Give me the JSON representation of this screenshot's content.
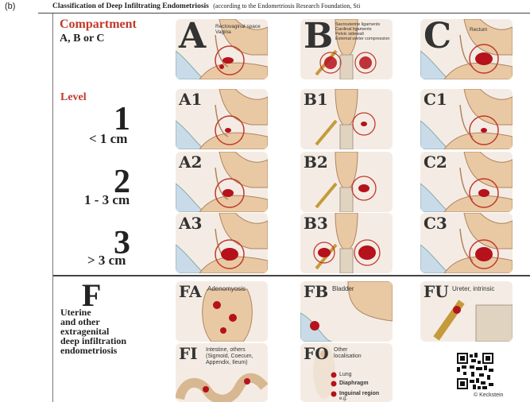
{
  "figure_label": "(b)",
  "header": "Classification of Deep Infiltrating Endometriosis",
  "header_source": "(according to the Endometriosis Research Foundation, Sti",
  "compartment": {
    "title": "Compartment",
    "subtitle": "A, B or C",
    "panels": [
      {
        "letter": "A",
        "text": [
          "Rectovaginal space",
          "Vagina"
        ]
      },
      {
        "letter": "B",
        "text": [
          "Sacrouterine ligaments",
          "Cardinal ligaments",
          "Pelvic sidewall",
          "Extemal ureter compression"
        ]
      },
      {
        "letter": "C",
        "text": [
          "Rectum"
        ]
      }
    ]
  },
  "level": {
    "title": "Level",
    "rows": [
      {
        "number": "1",
        "range": "< 1 cm",
        "panels": [
          "A1",
          "B1",
          "C1"
        ]
      },
      {
        "number": "2",
        "range": "1 - 3 cm",
        "panels": [
          "A2",
          "B2",
          "C2"
        ]
      },
      {
        "number": "3",
        "range": "> 3 cm",
        "panels": [
          "A3",
          "B3",
          "C3"
        ]
      }
    ]
  },
  "extragenital": {
    "letter": "F",
    "description": [
      "Uterine",
      "and other",
      "extragenital",
      "deep infiltration",
      "endometriosis"
    ],
    "panels": [
      {
        "code": "FA",
        "text": [
          "Adenomyosis"
        ]
      },
      {
        "code": "FB",
        "text": [
          "Bladder"
        ]
      },
      {
        "code": "FU",
        "text": [
          "Ureter, intrinsic"
        ]
      },
      {
        "code": "FI",
        "text": [
          "Intestine, others",
          "(Sigmoid, Coecum,",
          "Appendix, Ileum)"
        ]
      },
      {
        "code": "FO",
        "text": [
          "Other",
          "localisation"
        ]
      }
    ],
    "fo_items": [
      "Lung",
      "Diaphragm",
      "Inguinal region",
      "e.g."
    ]
  },
  "copyright": "© Keckstein",
  "colors": {
    "accent_red": "#c0392b",
    "lesion": "#b5121b",
    "panel_bg": "#f4ece4",
    "tissue": "#e9c9a4"
  }
}
